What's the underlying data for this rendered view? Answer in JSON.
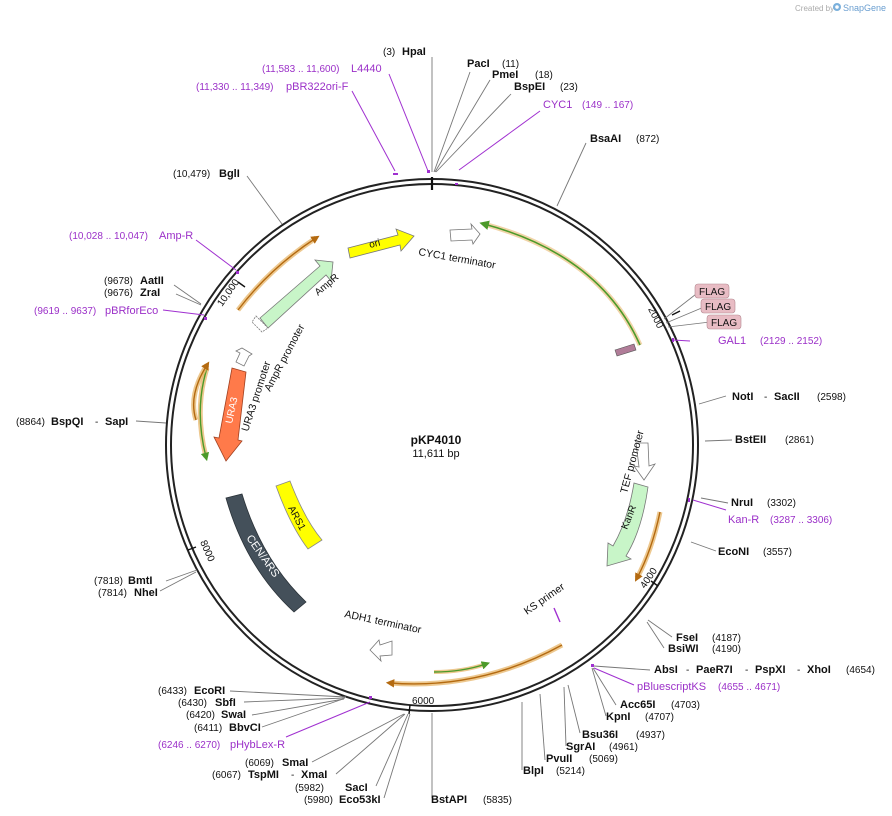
{
  "brand": {
    "created_by": "Created by",
    "product": "SnapGene"
  },
  "plasmid": {
    "name": "pKP4010",
    "length": "11,611 bp"
  },
  "ticks": [
    "2000",
    "4000",
    "6000",
    "8000",
    "10,000"
  ],
  "enzymes": {
    "hpai": {
      "pos": "(3)",
      "name": "HpaI"
    },
    "paci": {
      "pos": "(11)",
      "name": "PacI"
    },
    "pmei": {
      "pos": "(18)",
      "name": "PmeI"
    },
    "bspei": {
      "pos": "(23)",
      "name": "BspEI"
    },
    "bsaai": {
      "pos": "(872)",
      "name": "BsaAI"
    },
    "noti": {
      "pos": "(2598)",
      "name": "NotI",
      "name2": "SacII"
    },
    "bsteii": {
      "pos": "(2861)",
      "name": "BstEII"
    },
    "nrui": {
      "pos": "(3302)",
      "name": "NruI"
    },
    "econi": {
      "pos": "(3557)",
      "name": "EcoNI"
    },
    "fsei": {
      "pos": "(4187)",
      "name": "FseI"
    },
    "bsiwi": {
      "pos": "(4190)",
      "name": "BsiWI"
    },
    "absi": {
      "pos": "(4654)",
      "name": "AbsI",
      "name2": "PaeR7I",
      "name3": "PspXI",
      "name4": "XhoI"
    },
    "acc65i": {
      "pos": "(4703)",
      "name": "Acc65I"
    },
    "kpni": {
      "pos": "(4707)",
      "name": "KpnI"
    },
    "bsu36i": {
      "pos": "(4937)",
      "name": "Bsu36I"
    },
    "sgrai": {
      "pos": "(4961)",
      "name": "SgrAI"
    },
    "pvuii": {
      "pos": "(5069)",
      "name": "PvuII"
    },
    "blpi": {
      "pos": "(5214)",
      "name": "BlpI"
    },
    "bstapi": {
      "pos": "(5835)",
      "name": "BstAPI"
    },
    "eco53ki": {
      "pos": "(5980)",
      "name": "Eco53kI"
    },
    "saci": {
      "pos": "(5982)",
      "name": "SacI"
    },
    "tspmi": {
      "pos": "(6067)",
      "name": "TspMI",
      "name2": "XmaI"
    },
    "smai": {
      "pos": "(6069)",
      "name": "SmaI"
    },
    "bbvci": {
      "pos": "(6411)",
      "name": "BbvCI"
    },
    "swai": {
      "pos": "(6420)",
      "name": "SwaI"
    },
    "sbfi": {
      "pos": "(6430)",
      "name": "SbfI"
    },
    "ecori": {
      "pos": "(6433)",
      "name": "EcoRI"
    },
    "nhei": {
      "pos": "(7814)",
      "name": "NheI"
    },
    "bmti": {
      "pos": "(7818)",
      "name": "BmtI"
    },
    "bspqi": {
      "pos": "(8864)",
      "name": "BspQI",
      "name2": "SapI"
    },
    "zrai": {
      "pos": "(9676)",
      "name": "ZraI"
    },
    "aatii": {
      "pos": "(9678)",
      "name": "AatII"
    },
    "bgli": {
      "pos": "(10,479)",
      "name": "BglI"
    }
  },
  "primers": {
    "l4440": {
      "range": "(11,583 .. 11,600)",
      "name": "L4440"
    },
    "pbr322orif": {
      "range": "(11,330 .. 11,349)",
      "name": "pBR322ori-F"
    },
    "cyc1": {
      "name": "CYC1",
      "range": "(149 .. 167)"
    },
    "gal1": {
      "name": "GAL1",
      "range": "(2129 .. 2152)"
    },
    "kanr": {
      "name": "Kan-R",
      "range": "(3287 .. 3306)"
    },
    "pbluescriptks": {
      "name": "pBluescriptKS",
      "range": "(4655 .. 4671)"
    },
    "phyblexr": {
      "range": "(6246 .. 6270)",
      "name": "pHybLex-R"
    },
    "ampr": {
      "range": "(10,028 .. 10,047)",
      "name": "Amp-R"
    },
    "pbrforeco": {
      "range": "(9619 .. 9637)",
      "name": "pBRforEco"
    }
  },
  "features": {
    "ori": "ori",
    "ampr": "AmpR",
    "ampr_promoter": "AmpR promoter",
    "ura3": "URA3",
    "ura3_promoter": "URA3 promoter",
    "ars1": "ARS1",
    "cenars": "CEN/ARS",
    "cyc1_terminator": "CYC1 terminator",
    "tef_promoter": "TEF promoter",
    "kanr": "KanR",
    "ks_primer": "KS primer",
    "adh1_terminator": "ADH1 terminator",
    "flag": "FLAG"
  },
  "colors": {
    "backbone": "#222222",
    "primer": "#9b30c8",
    "ori": "#ffff00",
    "ampr": "#c8f5c8",
    "ura3": "#ff7a4a",
    "ars1": "#ffff00",
    "cenars": "#44505a",
    "flag": "#e8bcc4",
    "orf": "#5aaa2a",
    "orange": "#d48a18"
  }
}
